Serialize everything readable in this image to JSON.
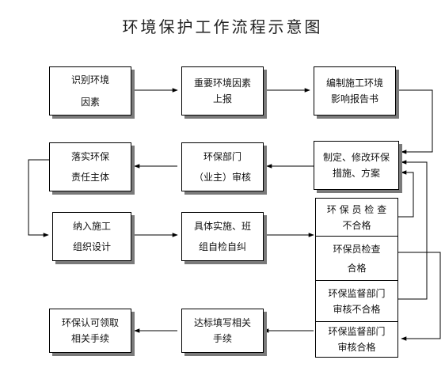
{
  "title": "环境保护工作流程示意图",
  "nodes": {
    "identify": [
      "识别环境",
      "因素"
    ],
    "important": [
      "重要环境因素",
      "上报"
    ],
    "compile": [
      "编制施工环境",
      "影响报告书"
    ],
    "formulate": [
      "制定、修改环保",
      "措施、方案"
    ],
    "dept_review": [
      "环保部门",
      "（业主）审核"
    ],
    "implement_subject": [
      "落实环保",
      "责任主体"
    ],
    "construction_design": [
      "纳入施工",
      "组织设计"
    ],
    "execute": [
      "具体实施、班",
      "组自检自纠"
    ],
    "inspector_fail": [
      "环 保 员 检 查",
      "不合格"
    ],
    "inspector_pass": [
      "环保员检查",
      "合格"
    ],
    "supervisor_fail": [
      "环保监督部门",
      "审核不合格"
    ],
    "supervisor_pass": [
      "环保监督部门",
      "审核合格"
    ],
    "fill_form": [
      "达标填写相关",
      "手续"
    ],
    "certificate": [
      "环保认可领取",
      "相关手续"
    ]
  }
}
